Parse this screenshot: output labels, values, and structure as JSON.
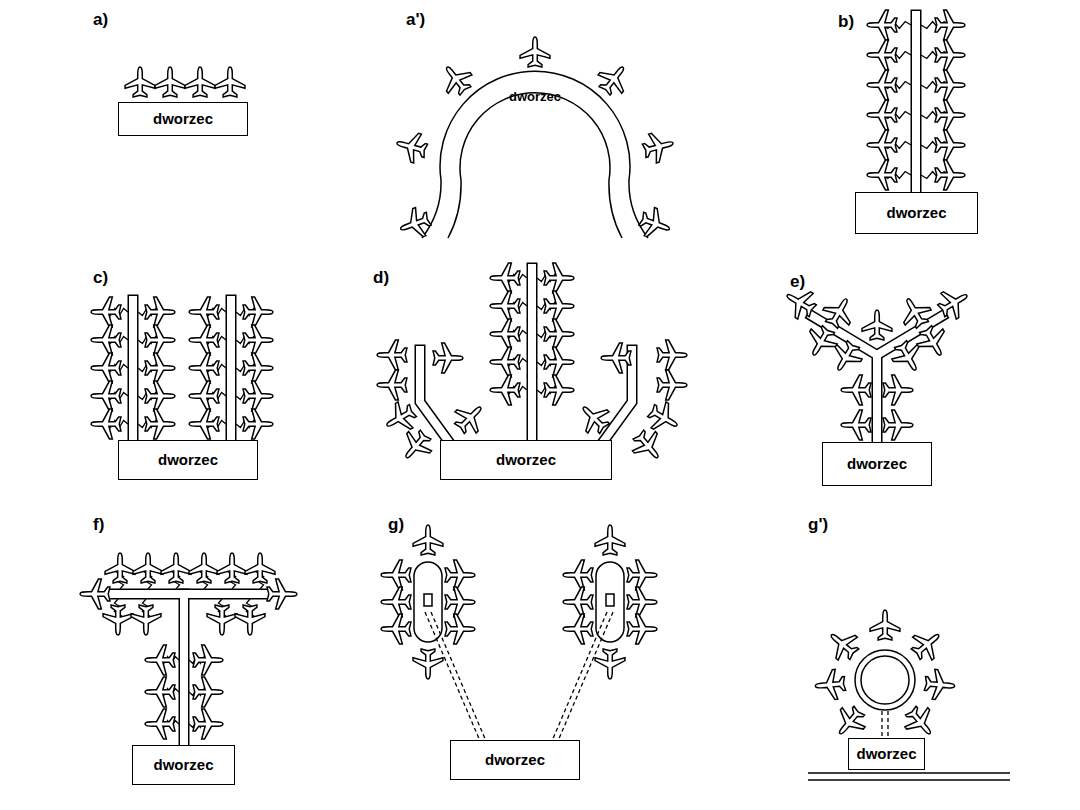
{
  "diagram": {
    "nodes": [
      {
        "text": [
          "dworzec"
        ]
      },
      {
        "text": [
          "dworzec"
        ]
      },
      {
        "text": [
          "dworzec"
        ]
      },
      {
        "text": [
          "dworzec"
        ]
      },
      {
        "text": [
          "dworzec"
        ]
      },
      {
        "text": [
          "dworzec"
        ]
      },
      {
        "text": [
          "dworzec"
        ]
      },
      {
        "text": [
          "dworzec"
        ]
      },
      {
        "text": [
          "dworzec"
        ]
      }
    ],
    "labels": [
      "a)",
      "a')",
      "b)",
      "c)",
      "d)",
      "e)",
      "f)",
      "g)",
      "g')"
    ]
  }
}
